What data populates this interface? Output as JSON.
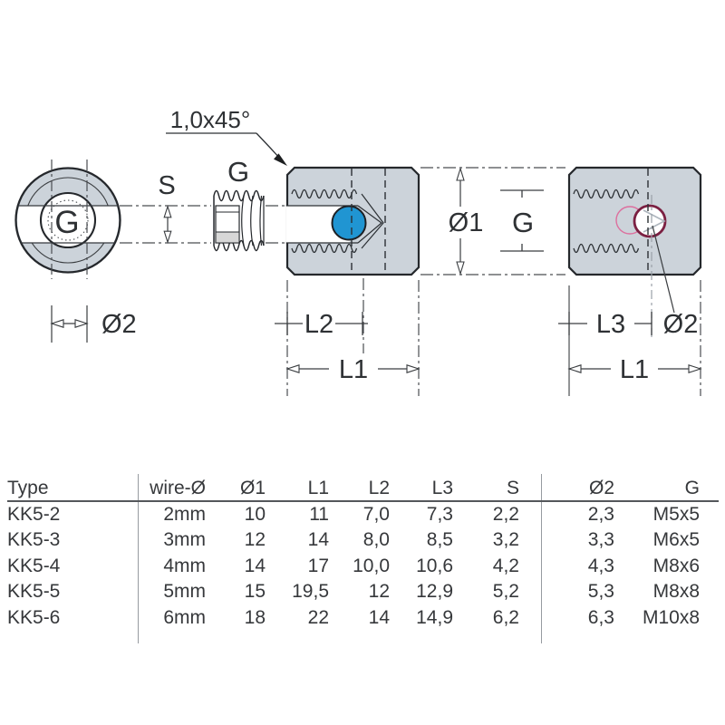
{
  "drawing": {
    "labels": {
      "chamfer": "1,0x45°",
      "g": "G",
      "s": "S",
      "d1": "Ø1",
      "d2": "Ø2",
      "l1": "L1",
      "l2": "L2",
      "l3": "L3"
    },
    "colors": {
      "body_fill": "#ccd3da",
      "outline": "#25282c",
      "wire_blue": "#2095d2",
      "hole_pink": "#dd6f9e",
      "hole_maroon": "#7b2042"
    }
  },
  "table": {
    "headers": [
      "Type",
      "wire-Ø",
      "Ø1",
      "L1",
      "L2",
      "L3",
      "S",
      "Ø2",
      "G"
    ],
    "rows": [
      [
        "KK5-2",
        "2mm",
        "10",
        "11",
        "7,0",
        "7,3",
        "2,2",
        "2,3",
        "M5x5"
      ],
      [
        "KK5-3",
        "3mm",
        "12",
        "14",
        "8,0",
        "8,5",
        "3,2",
        "3,3",
        "M6x5"
      ],
      [
        "KK5-4",
        "4mm",
        "14",
        "17",
        "10,0",
        "10,6",
        "4,2",
        "4,3",
        "M8x6"
      ],
      [
        "KK5-5",
        "5mm",
        "15",
        "19,5",
        "12",
        "12,9",
        "5,2",
        "5,3",
        "M8x8"
      ],
      [
        "KK5-6",
        "6mm",
        "18",
        "22",
        "14",
        "14,9",
        "6,2",
        "6,3",
        "M10x8"
      ]
    ]
  }
}
